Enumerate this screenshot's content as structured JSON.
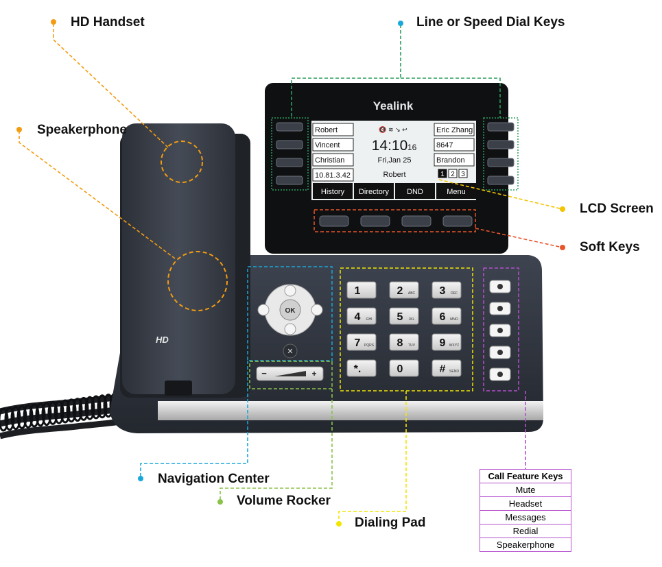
{
  "callouts": {
    "hd_handset": "HD Handset",
    "speakerphone": "Speakerphone",
    "line_keys": "Line or Speed Dial Keys",
    "lcd_screen": "LCD Screen",
    "soft_keys": "Soft Keys",
    "navigation_center": "Navigation Center",
    "volume_rocker": "Volume Rocker",
    "dialing_pad": "Dialing Pad"
  },
  "colors": {
    "handset": "#f39c12",
    "line_keys": "#1aa8d8",
    "lcd": "#f4c400",
    "soft_keys": "#e8552b",
    "navigation": "#1aa8d8",
    "volume": "#8bc34a",
    "dialpad": "#f2e600",
    "feature": "#b54fcf",
    "line_key_box": "#2a9d5c"
  },
  "phone": {
    "brand": "Yealink",
    "handset_badge": "HD"
  },
  "lcd": {
    "left_keys": [
      "Robert",
      "Vincent",
      "Christian",
      "10.81.3.42"
    ],
    "right_keys": [
      "Eric Zhang",
      "8647",
      "Brandon"
    ],
    "status_icons": "🔇 ≋ ↘ ↩",
    "time": "14:10",
    "seconds": "16",
    "date": "Fri,Jan 25",
    "user": "Robert",
    "pages": [
      "1",
      "2",
      "3"
    ],
    "softkeys": [
      "History",
      "Directory",
      "DND",
      "Menu"
    ]
  },
  "nav": {
    "ok": "OK",
    "cancel": "✕",
    "volume_minus": "−",
    "volume_plus": "+"
  },
  "dialpad": [
    {
      "digit": "1",
      "letters": ""
    },
    {
      "digit": "2",
      "letters": "ABC"
    },
    {
      "digit": "3",
      "letters": "DEF"
    },
    {
      "digit": "4",
      "letters": "GHI"
    },
    {
      "digit": "5",
      "letters": "JKL"
    },
    {
      "digit": "6",
      "letters": "MNO"
    },
    {
      "digit": "7",
      "letters": "PQRS"
    },
    {
      "digit": "8",
      "letters": "TUV"
    },
    {
      "digit": "9",
      "letters": "WXYZ"
    },
    {
      "digit": "*.",
      "letters": ""
    },
    {
      "digit": "0",
      "letters": ""
    },
    {
      "digit": "#",
      "letters": "SEND"
    }
  ],
  "feature_keys": {
    "title": "Call Feature Keys",
    "items": [
      "Mute",
      "Headset",
      "Messages",
      "Redial",
      "Speakerphone"
    ]
  }
}
